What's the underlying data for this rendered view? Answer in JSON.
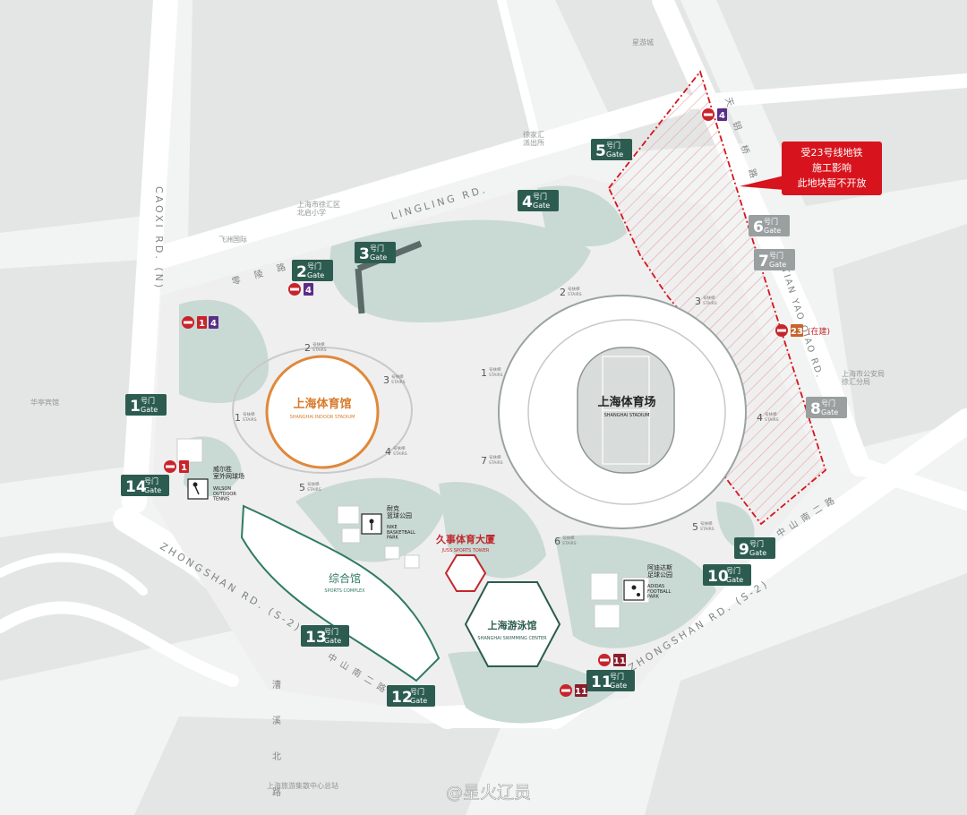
{
  "colors": {
    "gate": "#2c5c50",
    "gate_closed": "#9a9fa0",
    "metro_red": "#c8242b",
    "line4": "#5b2d86",
    "line1": "#c8242b",
    "line11": "#8a1c2c",
    "line23": "#c8642b",
    "notice_bg": "#d7141d",
    "green": "#c8d9d3",
    "road": "#ffffff",
    "block": "#dfe1e1"
  },
  "roads": {
    "lingling": "LINGLING RD.",
    "caoxi_vertical": "CAOXI RD. (N)",
    "caoxi_cn": "漕溪北路",
    "lingling_cn": "零陵路",
    "tianyaoqiao_en": "TIAN YAO QIAO RD.",
    "tianyaoqiao_cn": "天钥桥路",
    "zhongshan_left": "ZHONGSHAN RD. (S-2)",
    "zhongshan_right": "ZHONGSHAN RD. (S-2)",
    "zhongshan_cn_left": "中山南二路",
    "zhongshan_cn_right": "中山南二路"
  },
  "places": {
    "xingyoucheng": "星游城",
    "police_station": "徐家汇\n派出所",
    "school": "上海市徐汇区\n北启小学",
    "feizhou": "飞洲国际",
    "huating": "华亭宾馆",
    "public_security": "上海市公安局\n徐汇分局",
    "tour_center": "上海旅游集散中心总站"
  },
  "venues": {
    "indoor_cn": "上海体育馆",
    "indoor_en": "SHANGHAI INDOOR STADIUM",
    "stadium_cn": "上海体育场",
    "stadium_en": "SHANGHAI STADIUM",
    "complex_cn": "综合馆",
    "complex_en": "SPORTS COMPLEX",
    "tower_cn": "久事体育大厦",
    "tower_en": "JUSS SPORTS TOWER",
    "swim_cn": "上海游泳馆",
    "swim_en": "SHANGHAI SWIMMING CENTER",
    "tennis_cn": "威尔胜\n室外网球场",
    "tennis_en": "WILSON\nOUTDOOR\nTENNIS",
    "basketball_cn": "耐克\n篮球公园",
    "basketball_en": "NIKE\nBASKETBALL\nPARK",
    "football_cn": "阿迪达斯\n足球公园",
    "football_en": "ADIDAS\nFOOTBALL\nPARK"
  },
  "notice": {
    "lines": [
      "受23号线地铁",
      "施工影响",
      "此地块暂不开放"
    ]
  },
  "gate_suffix_cn": "号门",
  "gate_suffix_en": "Gate",
  "gates": [
    {
      "num": "1",
      "status": "open"
    },
    {
      "num": "2",
      "status": "open"
    },
    {
      "num": "3",
      "status": "open"
    },
    {
      "num": "4",
      "status": "open"
    },
    {
      "num": "5",
      "status": "open"
    },
    {
      "num": "6",
      "status": "closed"
    },
    {
      "num": "7",
      "status": "closed"
    },
    {
      "num": "8",
      "status": "closed"
    },
    {
      "num": "9",
      "status": "open"
    },
    {
      "num": "10",
      "status": "open"
    },
    {
      "num": "11",
      "status": "open"
    },
    {
      "num": "12",
      "status": "open"
    },
    {
      "num": "13",
      "status": "open"
    },
    {
      "num": "14",
      "status": "open"
    }
  ],
  "metro": [
    {
      "lines": [
        "1",
        "4"
      ]
    },
    {
      "lines": [
        "4"
      ]
    },
    {
      "lines": [
        "4"
      ]
    },
    {
      "lines": [
        "1"
      ]
    },
    {
      "lines": [
        "23"
      ],
      "note": "(在建)"
    },
    {
      "lines": [
        "11"
      ]
    },
    {
      "lines": [
        "11"
      ]
    }
  ],
  "stairs_suffix_cn": "号扶梯",
  "stairs_suffix_en": "STAIRS",
  "stairs_indoor": [
    "1",
    "2",
    "3",
    "4",
    "5"
  ],
  "stairs_stadium": [
    "1",
    "2",
    "3",
    "4",
    "5",
    "6",
    "7"
  ],
  "watermark": "@星火辽员"
}
